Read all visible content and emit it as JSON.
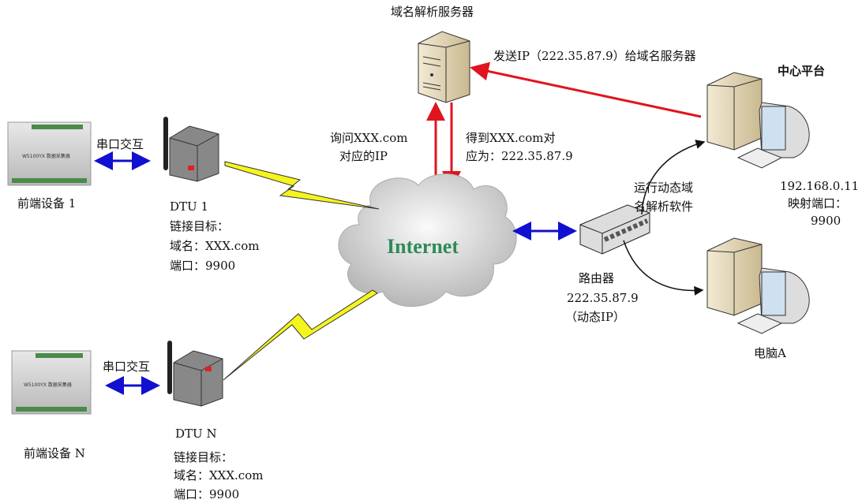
{
  "dns_server": {
    "title": "域名解析服务器"
  },
  "send_ip_label": "发送IP（222.35.87.9）给域名服务器",
  "query_label": [
    "询问XXX.com",
    "对应的IP"
  ],
  "answer_label": [
    "得到XXX.com对",
    "应为：222.35.87.9"
  ],
  "cloud": {
    "label": "Internet"
  },
  "center_platform": {
    "title": "中心平台",
    "software": [
      "运行动态域",
      "名解析软件"
    ],
    "ip": [
      "192.168.0.11",
      "映射端口：",
      "9900"
    ]
  },
  "router": {
    "lines": [
      "路由器",
      "222.35.87.9",
      "（动态IP）"
    ]
  },
  "pc_a": {
    "label": "电脑A"
  },
  "devices": [
    {
      "device_label": "前端设备 1",
      "serial_label": "串口交互",
      "device_text": "W5100YX 数据采集器",
      "dtu_label": "DTU 1",
      "target": [
        "链接目标：",
        "域名：XXX.com",
        "端口：9900"
      ]
    },
    {
      "device_label": "前端设备 N",
      "serial_label": "串口交互",
      "device_text": "W5100YX 数据采集器",
      "dtu_label": "DTU N",
      "target": [
        "链接目标：",
        "域名：XXX.com",
        "端口：9900"
      ]
    }
  ],
  "colors": {
    "red_arrow": "#e0141e",
    "blue_arrow": "#1010d0",
    "lightning": "#f5f51e",
    "internet_text": "#2e8b57"
  }
}
